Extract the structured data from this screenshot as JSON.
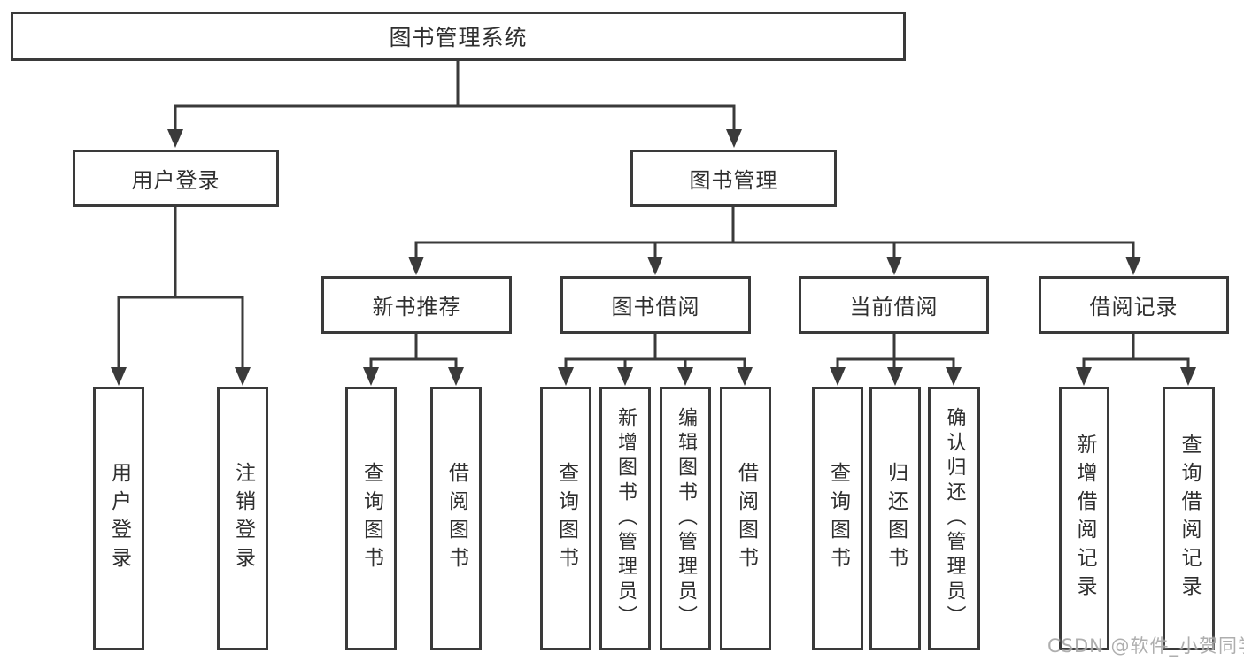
{
  "tree": {
    "label": "图书管理系统",
    "children": [
      {
        "label": "用户登录",
        "children": [
          {
            "label": "用户登录"
          },
          {
            "label": "注销登录"
          }
        ]
      },
      {
        "label": "图书管理",
        "children": [
          {
            "label": "新书推荐",
            "children": [
              {
                "label": "查询图书"
              },
              {
                "label": "借阅图书"
              }
            ]
          },
          {
            "label": "图书借阅",
            "children": [
              {
                "label": "查询图书"
              },
              {
                "label": "新增图书（管理员）"
              },
              {
                "label": "编辑图书（管理员）"
              },
              {
                "label": "借阅图书"
              }
            ]
          },
          {
            "label": "当前借阅",
            "children": [
              {
                "label": "查询图书"
              },
              {
                "label": "归还图书"
              },
              {
                "label": "确认归还（管理员）"
              }
            ]
          },
          {
            "label": "借阅记录",
            "children": [
              {
                "label": "新增借阅记录"
              },
              {
                "label": "查询借阅记录"
              }
            ]
          }
        ]
      }
    ]
  },
  "watermark": "CSDN @软件_小贺同学",
  "colors": {
    "line": "#3a3a3a",
    "box_border": "#3a3a3a",
    "text": "#2f2f2f",
    "watermark": "#a8a8a8",
    "background": "#ffffff"
  }
}
